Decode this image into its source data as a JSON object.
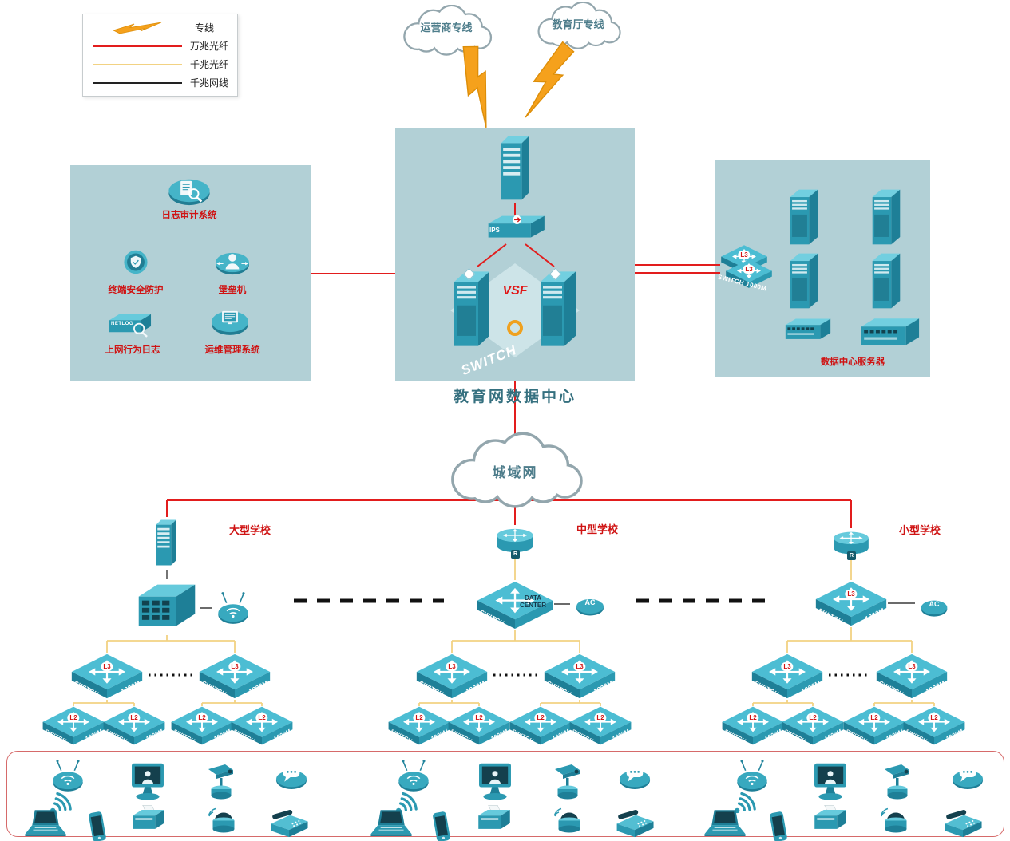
{
  "legend": {
    "items": [
      {
        "label": "专线",
        "color": "#f5a11c"
      },
      {
        "label": "万兆光纤",
        "color": "#e21d1d"
      },
      {
        "label": "千兆光纤",
        "color": "#f2d283"
      },
      {
        "label": "千兆网线",
        "color": "#222222"
      }
    ]
  },
  "clouds": {
    "isp": "运营商专线",
    "edu": "教育厅专线",
    "man": "城域网"
  },
  "datacenter": {
    "title": "教育网数据中心",
    "ips_label": "IPS",
    "vsf_label": "VSF",
    "switch_label": "SWITCH"
  },
  "security_zone": {
    "items": [
      {
        "label": "日志审计系统"
      },
      {
        "label": "终端安全防护"
      },
      {
        "label": "堡垒机"
      },
      {
        "label": "上网行为日志",
        "icon_text": "NETLOG"
      },
      {
        "label": "运维管理系统"
      }
    ]
  },
  "server_zone": {
    "label": "数据中心服务器",
    "switch_label": "SWITCH 1000M",
    "l3_badge": "L3"
  },
  "schools": {
    "large": {
      "name": "大型学校"
    },
    "medium": {
      "name": "中型学校",
      "core_word": "SWITCH",
      "core_line1": "DATA",
      "core_line2": "CENTER",
      "router_badge": "R",
      "ac_label": "AC"
    },
    "small": {
      "name": "小型学校",
      "router_badge": "R",
      "ac_label": "AC"
    }
  },
  "switch_text": {
    "word": "SWITCH",
    "speed": "1000M",
    "l3": "L3",
    "l2": "L2"
  }
}
